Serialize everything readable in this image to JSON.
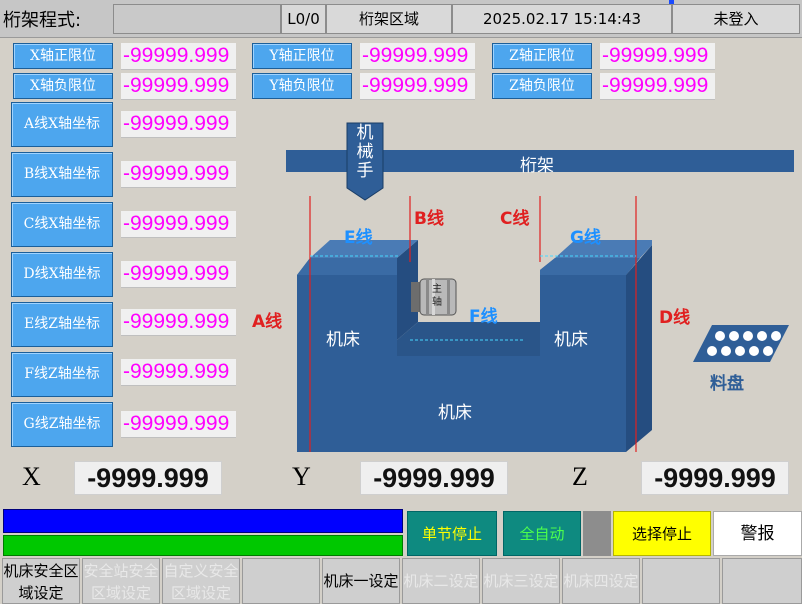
{
  "header": {
    "title": "桁架程式:",
    "program_value": "",
    "layer": "L0/0",
    "area": "桁架区域",
    "datetime": "2025.02.17 15:14:43",
    "user_status": "未登入"
  },
  "limits": {
    "x_pos_label": "X轴正限位",
    "x_pos_value": "-99999.999",
    "x_neg_label": "X轴负限位",
    "x_neg_value": "-99999.999",
    "y_pos_label": "Y轴正限位",
    "y_pos_value": "-99999.999",
    "y_neg_label": "Y轴负限位",
    "y_neg_value": "-99999.999",
    "z_pos_label": "Z轴正限位",
    "z_pos_value": "-99999.999",
    "z_neg_label": "Z轴负限位",
    "z_neg_value": "-99999.999"
  },
  "lines": [
    {
      "label": "A线X轴坐标",
      "value": "-99999.999"
    },
    {
      "label": "B线X轴坐标",
      "value": "-99999.999"
    },
    {
      "label": "C线X轴坐标",
      "value": "-99999.999"
    },
    {
      "label": "D线X轴坐标",
      "value": "-99999.999"
    },
    {
      "label": "E线Z轴坐标",
      "value": "-99999.999"
    },
    {
      "label": "F线Z轴坐标",
      "value": "-99999.999"
    },
    {
      "label": "G线Z轴坐标",
      "value": "-99999.999"
    }
  ],
  "diagram": {
    "truss": "桁架",
    "manipulator": "机械手",
    "spindle": "主轴",
    "machine": "机床",
    "tray": "料盘",
    "line_a": "A线",
    "line_b": "B线",
    "line_c": "C线",
    "line_d": "D线",
    "line_e": "E线",
    "line_f": "F线",
    "line_g": "G线"
  },
  "axes": {
    "x_label": "X",
    "x_value": "-9999.999",
    "y_label": "Y",
    "y_value": "-9999.999",
    "z_label": "Z",
    "z_value": "-9999.999"
  },
  "status": {
    "single_stop": "单节停止",
    "full_auto": "全自动",
    "select_stop": "选择停止",
    "alarm": "警报"
  },
  "bottom": {
    "b1": "机床安全区域设定",
    "b2": "安全站安全区域设定",
    "b3": "自定义安全区域设定",
    "b4": "",
    "b5": "机床一设定",
    "b6": "机床二设定",
    "b7": "机床三设定",
    "b8": "机床四设定",
    "b9": "",
    "b10": ""
  },
  "colors": {
    "label_button": "#4da6ee",
    "value_text": "#ff00ff",
    "machine_body": "#2f5e97",
    "line_red": "#e02020",
    "line_blue_text": "#1e90ff",
    "progress_blue": "#0000ff",
    "progress_green": "#00c800",
    "teal_button": "#0e8a80",
    "yellow_button": "#ffff00"
  }
}
